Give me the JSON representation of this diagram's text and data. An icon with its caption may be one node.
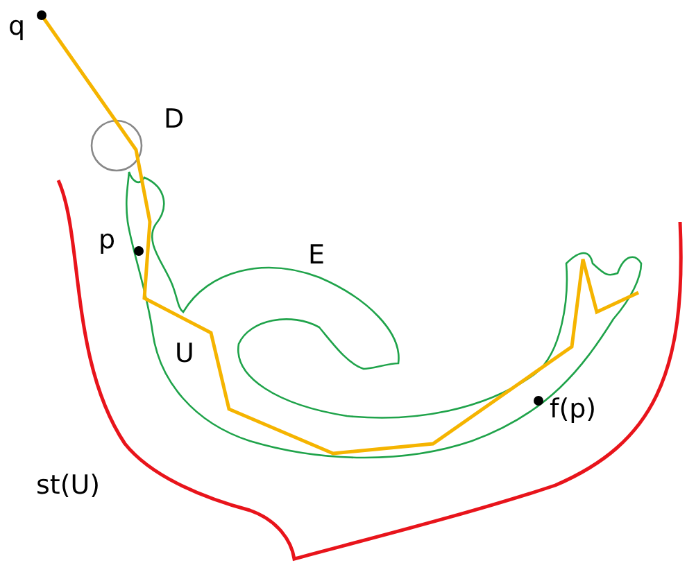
{
  "diagram": {
    "labels": [
      "q",
      "D",
      "p",
      "E",
      "U",
      "f(p)",
      "st(U)"
    ]
  }
}
